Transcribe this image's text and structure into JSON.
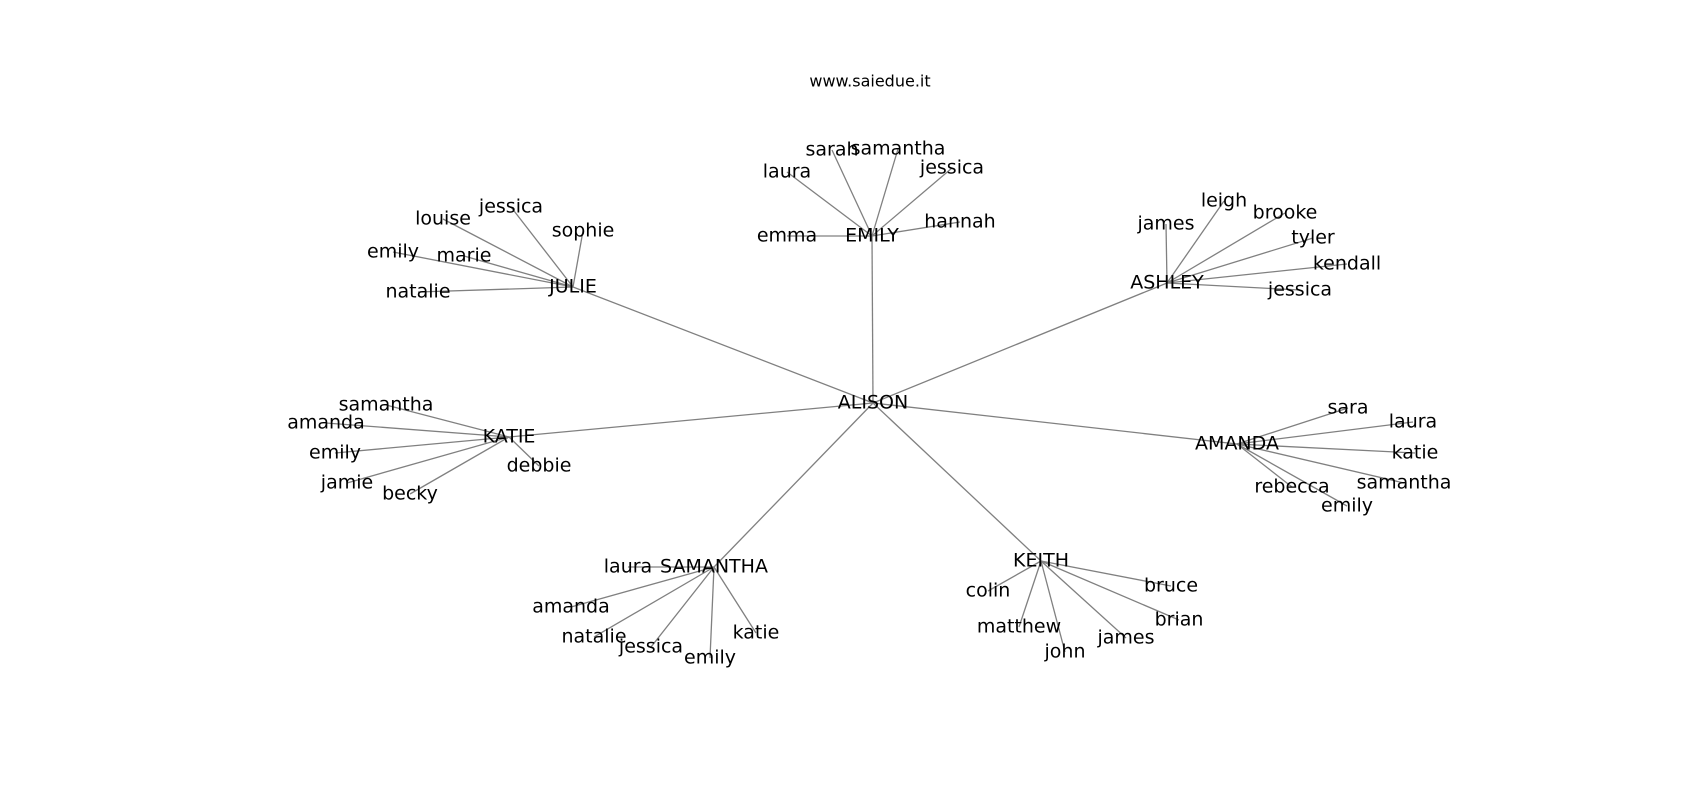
{
  "header": {
    "site": "www.saiedue.it"
  },
  "colors": {
    "edge": "#808080",
    "text": "#000000",
    "background": "#ffffff"
  },
  "root": {
    "id": "alison",
    "label": "ALISON"
  },
  "hubs": [
    {
      "id": "emily",
      "label": "EMILY",
      "children": [
        {
          "id": "emily-emma",
          "label": "emma"
        },
        {
          "id": "emily-laura",
          "label": "laura"
        },
        {
          "id": "emily-sarah",
          "label": "sarah"
        },
        {
          "id": "emily-samantha",
          "label": "samantha"
        },
        {
          "id": "emily-jessica",
          "label": "jessica"
        },
        {
          "id": "emily-hannah",
          "label": "hannah"
        }
      ]
    },
    {
      "id": "julie",
      "label": "JULIE",
      "children": [
        {
          "id": "julie-natalie",
          "label": "natalie"
        },
        {
          "id": "julie-emily",
          "label": "emily"
        },
        {
          "id": "julie-marie",
          "label": "marie"
        },
        {
          "id": "julie-louise",
          "label": "louise"
        },
        {
          "id": "julie-jessica",
          "label": "jessica"
        },
        {
          "id": "julie-sophie",
          "label": "sophie"
        }
      ]
    },
    {
      "id": "ashley",
      "label": "ASHLEY",
      "children": [
        {
          "id": "ashley-james",
          "label": "james"
        },
        {
          "id": "ashley-leigh",
          "label": "leigh"
        },
        {
          "id": "ashley-brooke",
          "label": "brooke"
        },
        {
          "id": "ashley-tyler",
          "label": "tyler"
        },
        {
          "id": "ashley-kendall",
          "label": "kendall"
        },
        {
          "id": "ashley-jessica",
          "label": "jessica"
        }
      ]
    },
    {
      "id": "katie",
      "label": "KATIE",
      "children": [
        {
          "id": "katie-samantha",
          "label": "samantha"
        },
        {
          "id": "katie-amanda",
          "label": "amanda"
        },
        {
          "id": "katie-emily",
          "label": "emily"
        },
        {
          "id": "katie-jamie",
          "label": "jamie"
        },
        {
          "id": "katie-becky",
          "label": "becky"
        },
        {
          "id": "katie-debbie",
          "label": "debbie"
        }
      ]
    },
    {
      "id": "amanda",
      "label": "AMANDA",
      "children": [
        {
          "id": "amanda-sara",
          "label": "sara"
        },
        {
          "id": "amanda-laura",
          "label": "laura"
        },
        {
          "id": "amanda-katie",
          "label": "katie"
        },
        {
          "id": "amanda-samantha",
          "label": "samantha"
        },
        {
          "id": "amanda-emily",
          "label": "emily"
        },
        {
          "id": "amanda-rebecca",
          "label": "rebecca"
        }
      ]
    },
    {
      "id": "samantha",
      "label": "SAMANTHA",
      "children": [
        {
          "id": "samantha-laura",
          "label": "laura"
        },
        {
          "id": "samantha-amanda",
          "label": "amanda"
        },
        {
          "id": "samantha-natalie",
          "label": "natalie"
        },
        {
          "id": "samantha-jessica",
          "label": "jessica"
        },
        {
          "id": "samantha-emily",
          "label": "emily"
        },
        {
          "id": "samantha-katie",
          "label": "katie"
        }
      ]
    },
    {
      "id": "keith",
      "label": "KEITH",
      "children": [
        {
          "id": "keith-colin",
          "label": "colin"
        },
        {
          "id": "keith-matthew",
          "label": "matthew"
        },
        {
          "id": "keith-john",
          "label": "john"
        },
        {
          "id": "keith-james",
          "label": "james"
        },
        {
          "id": "keith-brian",
          "label": "brian"
        },
        {
          "id": "keith-bruce",
          "label": "bruce"
        }
      ]
    }
  ]
}
